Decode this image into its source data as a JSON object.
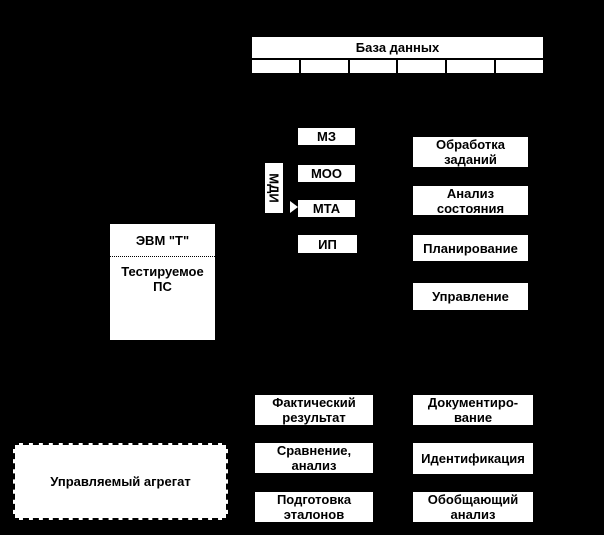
{
  "colors": {
    "background": "#000000",
    "box_fill": "#ffffff",
    "box_text": "#000000"
  },
  "database": {
    "title": "База данных",
    "cell_count": 6
  },
  "mdi": {
    "label": "МДИ"
  },
  "modules": {
    "mz": "МЗ",
    "moo": "МОО",
    "mta": "МТА",
    "ip": "ИП"
  },
  "computer": {
    "title": "ЭВМ \"Т\"",
    "lines": [
      "Тестируемое",
      "ПС"
    ]
  },
  "monitor_functions": {
    "processing": {
      "lines": [
        "Обработка",
        "заданий"
      ]
    },
    "state_analysis": {
      "lines": [
        "Анализ",
        "состояния"
      ]
    },
    "planning": {
      "label": "Планирование"
    },
    "control": {
      "label": "Управление"
    }
  },
  "result_functions": {
    "actual_result": {
      "lines": [
        "Фактический",
        "результат"
      ]
    },
    "comparison": {
      "lines": [
        "Сравнение,",
        "анализ"
      ]
    },
    "etalon_preparation": {
      "lines": [
        "Подготовка",
        "эталонов"
      ]
    }
  },
  "reporting_functions": {
    "documentation": {
      "lines": [
        "Документиро-",
        "вание"
      ]
    },
    "identification": {
      "label": "Идентификация"
    },
    "summary_analysis": {
      "lines": [
        "Обобщающий",
        "анализ"
      ]
    }
  },
  "aggregate": {
    "label": "Управляемый агрегат"
  }
}
